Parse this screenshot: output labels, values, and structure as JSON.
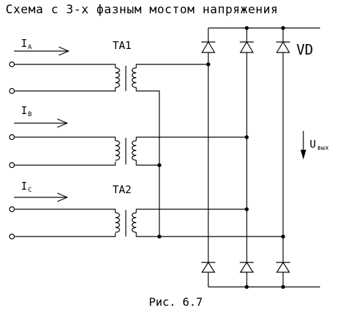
{
  "title": "Схема с 3-х фазным мостом напряжения",
  "caption": "Рис. 6.7",
  "labels": {
    "ia_main": "I",
    "ia_sub": "A",
    "ib_main": "I",
    "ib_sub": "B",
    "ic_main": "I",
    "ic_sub": "C",
    "ta1": "TA1",
    "ta2": "TA2",
    "vd": "VD",
    "uout_main": "U",
    "uout_sub": "вых"
  },
  "colors": {
    "ink": "#000000",
    "background": "#ffffff"
  }
}
